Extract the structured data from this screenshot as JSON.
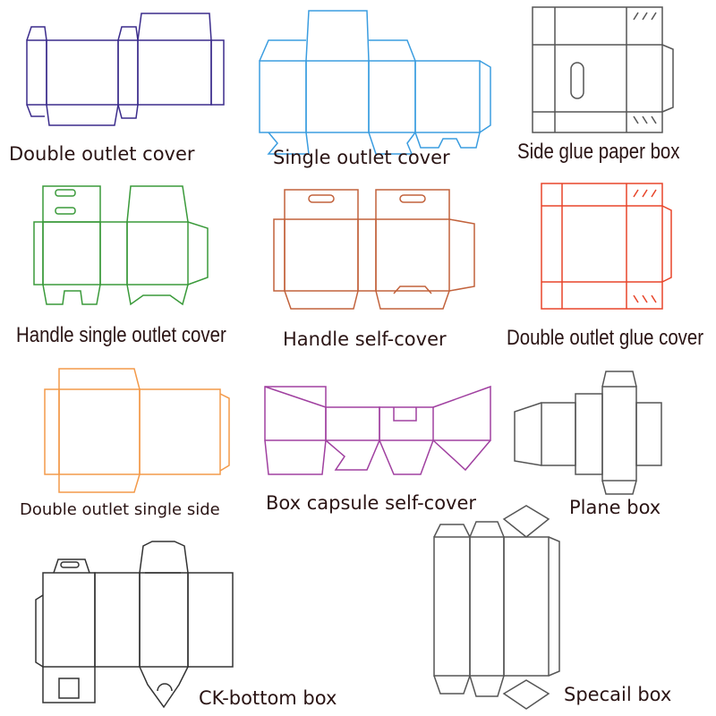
{
  "boxes": [
    {
      "label": "Double outlet cover",
      "color": "#3b2c8c"
    },
    {
      "label": "Single outlet cover",
      "color": "#3b9de0"
    },
    {
      "label": "Side glue paper box",
      "color": "#555555"
    },
    {
      "label": "Handle single outlet cover",
      "color": "#3a9a3a"
    },
    {
      "label": "Handle self-cover",
      "color": "#c2623c"
    },
    {
      "label": "Double outlet glue cover",
      "color": "#e8452a"
    },
    {
      "label": "Double outlet single side",
      "color": "#f39a4a"
    },
    {
      "label": "Box capsule self-cover",
      "color": "#a040a0"
    },
    {
      "label": "Plane box",
      "color": "#555555"
    },
    {
      "label": "CK-bottom box",
      "color": "#333333"
    },
    {
      "label": "Specail box",
      "color": "#555555"
    }
  ]
}
